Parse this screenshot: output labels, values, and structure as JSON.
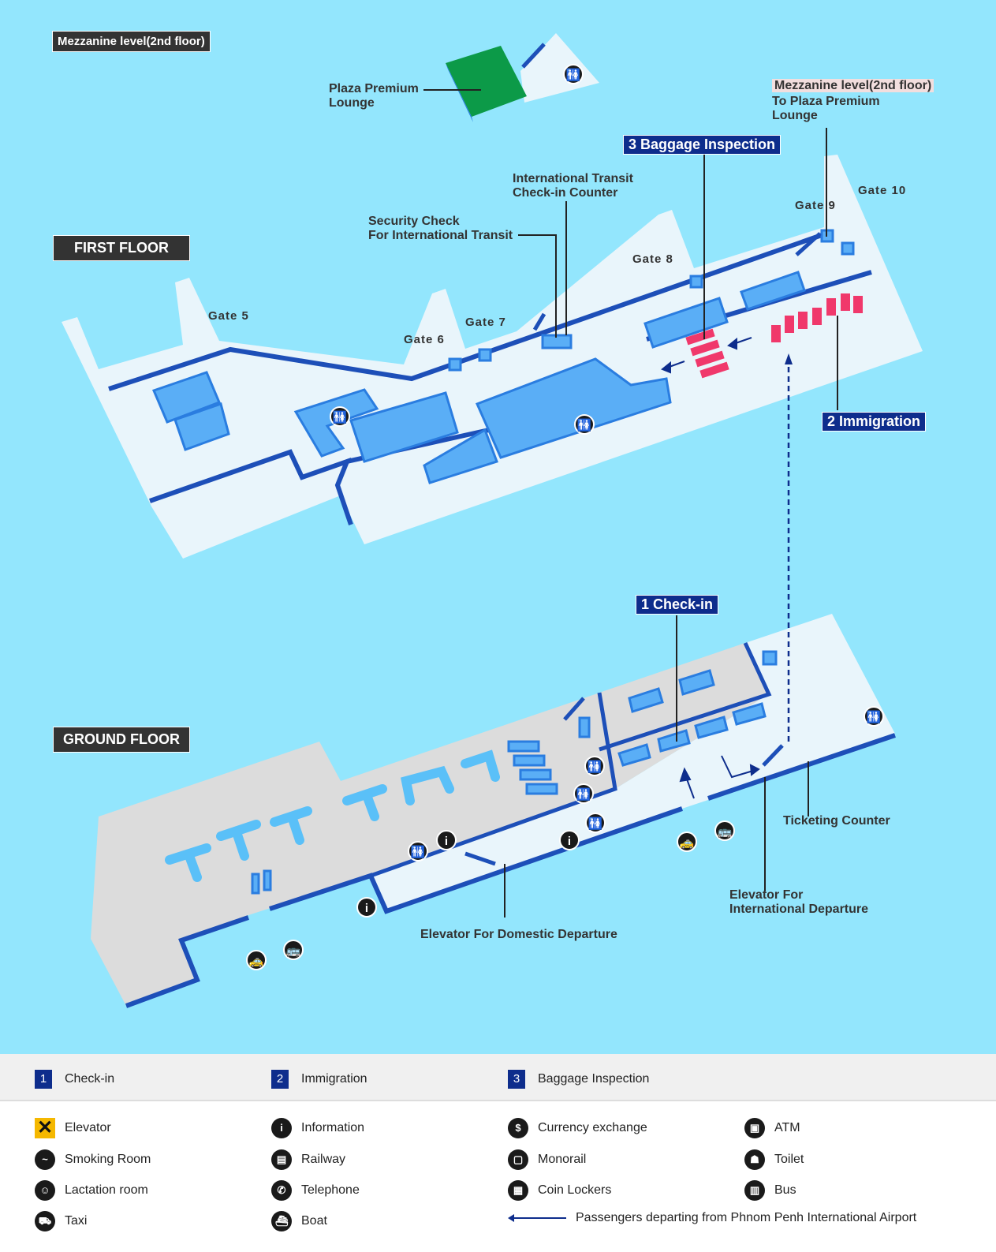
{
  "floors": {
    "mezzanine": "Mezzanine level(2nd floor)",
    "first": "FIRST FLOOR",
    "ground": "GROUND FLOOR"
  },
  "labels": {
    "plaza_lounge": "Plaza Premium\nLounge",
    "mezz_note_title": "Mezzanine level(2nd floor)",
    "mezz_note_body": "To Plaza Premium\nLounge",
    "intl_transit_checkin": "International Transit\nCheck-in Counter",
    "security_check": "Security Check\nFor International Transit",
    "ticketing": "Ticketing Counter",
    "elevator_intl": "Elevator For\nInternational Departure",
    "elevator_dom": "Elevator For Domestic Departure"
  },
  "gates": [
    "Gate 5",
    "Gate 6",
    "Gate 7",
    "Gate 8",
    "Gate 9",
    "Gate 10"
  ],
  "steps": [
    {
      "num": "1",
      "label": "Check-in"
    },
    {
      "num": "2",
      "label": "Immigration"
    },
    {
      "num": "3",
      "label": "Baggage Inspection"
    }
  ],
  "map_steps": {
    "s1": "1  Check-in",
    "s2": "2 Immigration",
    "s3": "3 Baggage Inspection"
  },
  "legend": [
    {
      "icon": "elevator",
      "label": "Elevator"
    },
    {
      "icon": "information",
      "label": "Information"
    },
    {
      "icon": "currency-exchange",
      "label": "Currency exchange"
    },
    {
      "icon": "atm",
      "label": "ATM"
    },
    {
      "icon": "smoking-room",
      "label": "Smoking Room"
    },
    {
      "icon": "railway",
      "label": "Railway"
    },
    {
      "icon": "monorail",
      "label": "Monorail"
    },
    {
      "icon": "toilet",
      "label": "Toilet"
    },
    {
      "icon": "lactation-room",
      "label": "Lactation room"
    },
    {
      "icon": "telephone",
      "label": "Telephone"
    },
    {
      "icon": "coin-lockers",
      "label": "Coin Lockers"
    },
    {
      "icon": "bus",
      "label": "Bus"
    },
    {
      "icon": "taxi",
      "label": "Taxi"
    },
    {
      "icon": "boat",
      "label": "Boat"
    }
  ],
  "route_legend": "Passengers departing from Phnom Penh International Airport",
  "colors": {
    "sky": "#93e6fd",
    "floor": "#e9f5fb",
    "ground_gray": "#dcdcdc",
    "wall": "#1d4fb8",
    "room": "#5aaef6",
    "red": "#f0386b",
    "lounge": "#0c9a48",
    "navy": "#0e2d8c"
  }
}
